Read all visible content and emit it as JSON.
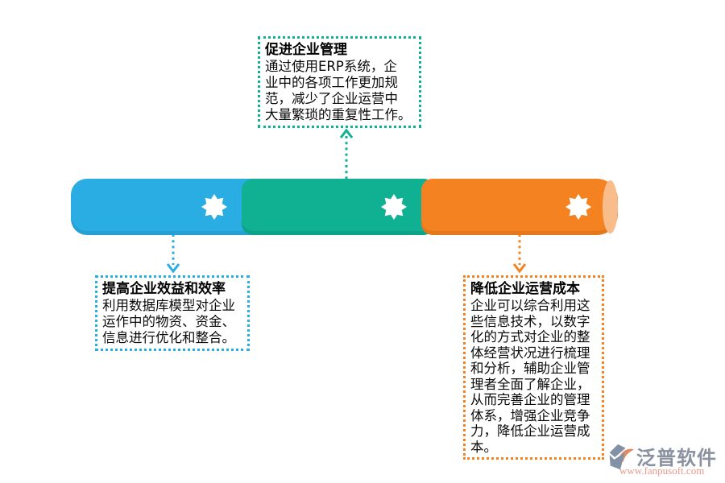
{
  "boxes": {
    "top": {
      "title": "促进企业管理",
      "body": "通过使用ERP系统，企\n业中的各项工作更加规\n范，减少了企业运营中\n大量繁琐的重复性工作。",
      "accent_color": "#10B093"
    },
    "left": {
      "title": "提高企业效益和效率",
      "body": "利用数据库模型对企业\n运作中的物资、资金、\n信息进行优化和整合。",
      "accent_color": "#29ADE3"
    },
    "right": {
      "title": "降低企业运营成本",
      "body": "企业可以综合利用这\n些信息技术，以数字\n化的方式对企业的整\n体经营状况进行梳理\n和分析，辅助企业管\n理者全面了解企业，\n从而完善企业的管理\n体系，增强企业竞争\n力，降低企业运营成\n本。",
      "accent_color": "#F58220"
    }
  },
  "bar": {
    "segments": [
      {
        "id": "blue",
        "color": "#29ADE3"
      },
      {
        "id": "green",
        "color": "#10B093"
      },
      {
        "id": "orange",
        "color": "#F58220"
      }
    ],
    "end_cap_color": "#F9BD8C",
    "star_icon_color": "#FFFFFF"
  },
  "watermark": {
    "brand": "泛普软件",
    "url": "www.fanpusoft.com",
    "brand_color": "#8A91A0",
    "url_color": "#E8988A"
  }
}
